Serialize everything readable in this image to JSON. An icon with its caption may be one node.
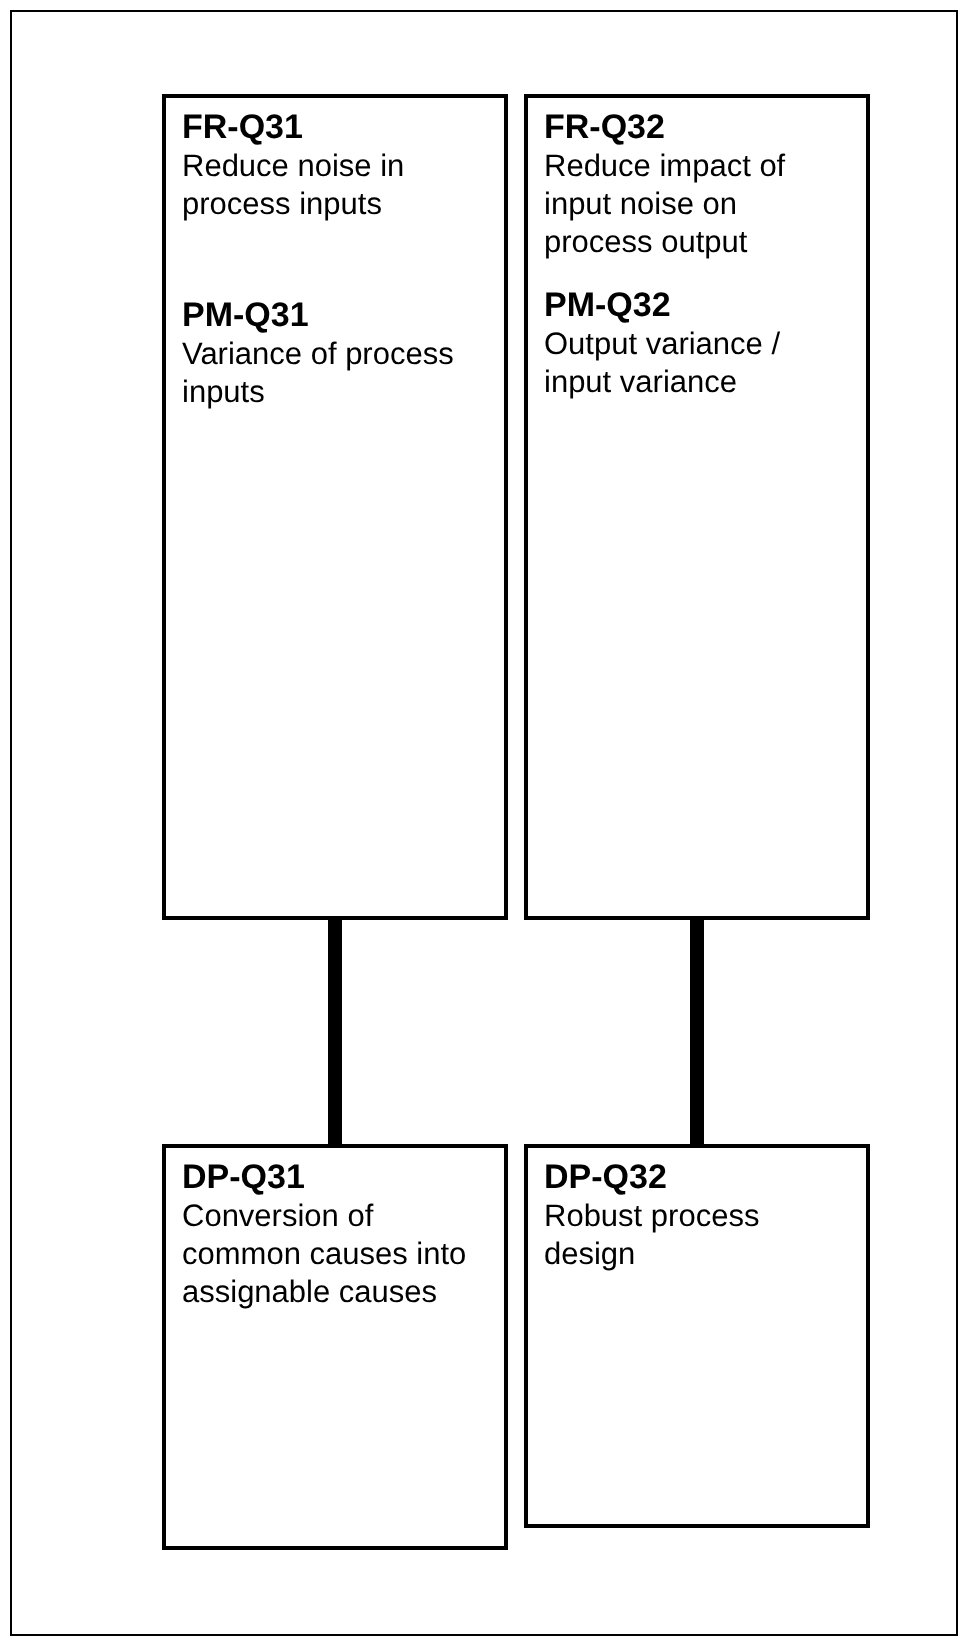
{
  "diagram": {
    "nodes": [
      {
        "text": [
          "FR-Q31",
          "Reduce noise in process inputs",
          "PM-Q31",
          "Variance of process inputs"
        ]
      },
      {
        "text": [
          "FR-Q32",
          "Reduce impact of input noise on process output",
          "PM-Q32",
          "Output variance / input variance"
        ]
      },
      {
        "text": [
          "DP-Q31",
          "Conversion of common causes into assignable causes"
        ]
      },
      {
        "text": [
          "DP-Q32",
          "Robust process design"
        ]
      }
    ],
    "edges": [
      {
        "from": 0,
        "to": 2,
        "arrow": "none"
      },
      {
        "from": 1,
        "to": 3,
        "arrow": "none"
      }
    ]
  }
}
